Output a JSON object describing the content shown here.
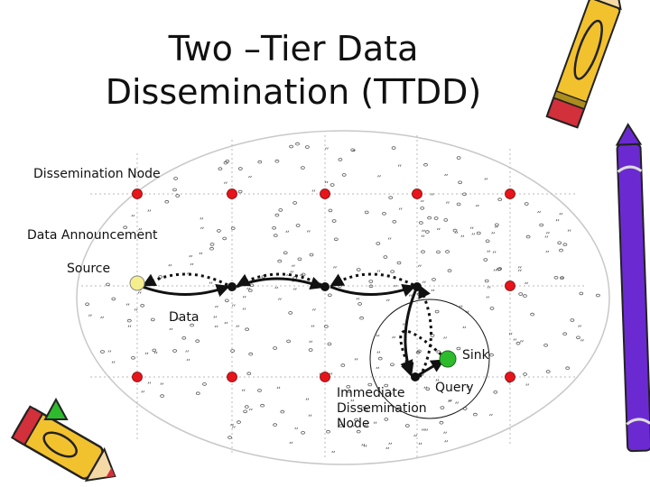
{
  "slide": {
    "title_line1": "Two –Tier Data",
    "title_line2": "Dissemination (TTDD)"
  },
  "labels": {
    "dissemination_node": "Dissemination Node",
    "data_announcement": "Data Announcement",
    "source": "Source",
    "data": "Data",
    "sink": "Sink",
    "query": "Query",
    "immediate_line1": "Immediate",
    "immediate_line2": "Dissemination",
    "immediate_line3": "Node"
  },
  "colors": {
    "dissemination_node": "#e8141b",
    "source_node": "#f5ee8c",
    "sink_node": "#2dbb2d",
    "arrow": "#111111",
    "grid": "#b8b8b8"
  },
  "icons": [
    "pencil-icon",
    "crayon-icon",
    "sharpener-icon"
  ]
}
